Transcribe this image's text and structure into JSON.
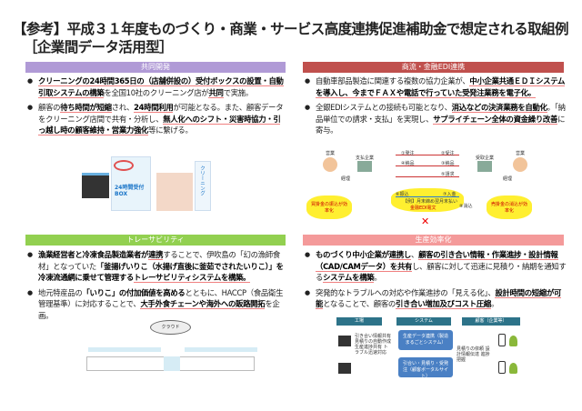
{
  "title": "【参考】平成３１年度ものづくり・商業・サービス高度連携促進補助金で想定される取組例",
  "subtitle": "［企業間データ活用型］",
  "colors": {
    "kyodo": "#b09ad6",
    "edi": "#c0504d",
    "trace": "#92d050",
    "seisan": "#f49a9a"
  },
  "panels": [
    {
      "header": "共同開発",
      "paras": [
        [
          {
            "t": "クリーニングの24時間365日の（店舗併設の）受付ボックスの設置・自動引取システムの構築",
            "b": 1,
            "u": 1
          },
          {
            "t": "を全国10社のクリーニング店が"
          },
          {
            "t": "共同",
            "b": 1,
            "u": 1
          },
          {
            "t": "で実施。"
          }
        ],
        [
          {
            "t": "顧客の"
          },
          {
            "t": "待ち時間が短縮",
            "b": 1,
            "u": 1
          },
          {
            "t": "され、"
          },
          {
            "t": "24時間利用",
            "b": 1,
            "u": 1
          },
          {
            "t": "が可能となる。また、顧客データをクリーニング店間で共有・分析し、"
          },
          {
            "t": "無人化へのシフト・災害時協力・引っ越し時の顧客維持・営業力強化",
            "b": 1,
            "u": 1
          },
          {
            "t": "等に繋げる。"
          }
        ]
      ],
      "figure": {
        "box_label": "24時間受付BOX",
        "sign": "クリーニング"
      }
    },
    {
      "header": "商流・金融EDI連携",
      "paras": [
        [
          {
            "t": "自動車部品製造に関連する複数の協力企業が、"
          },
          {
            "t": "中小企業共通ＥＤＩシステムを導入し、今までＦＡＸや電話で行っていた受発注業務を電子化。",
            "b": 1,
            "u": 1
          }
        ],
        [
          {
            "t": "全銀EDIシステムとの接続も可能となり、"
          },
          {
            "t": "消込などの決済業務を自動化",
            "b": 1,
            "u": 1
          },
          {
            "t": "。「納品単位での請求・支払」を実現し、"
          },
          {
            "t": "サプライチェーン全体の資金繰り改善",
            "b": 1,
            "u": 1
          },
          {
            "t": "に寄与。"
          }
        ]
      ],
      "figure": {
        "sales": "営業",
        "payer": "支払企業",
        "payee": "受取企業",
        "accounting": "経理",
        "order": "①発注",
        "receive": "②受注",
        "deliver_l": "④納品",
        "deliver_r": "③納品",
        "invoice": "⑤請求",
        "transfer": "⑥振込",
        "deposit": "⑦入金",
        "example": "【例】月末締め翌月末払い",
        "fin_edi": "金融EDI電文",
        "reconcile": "⑧消込",
        "burst_l": "買掛金の振込が効率化",
        "burst_r": "売掛金の消込が効率化"
      }
    },
    {
      "header": "トレーサビリティ",
      "paras": [
        [
          {
            "t": "漁業経営者と冷凍食品製造業者が",
            "b": 1
          },
          {
            "t": "連携",
            "b": 1,
            "u": 1
          },
          {
            "t": "することで、伊吹島の「幻の漁師食材」となっていた"
          },
          {
            "t": "「釜揚げいりこ（水揚げ直後に釜茹でされたいりこ）」を冷凍流通網に乗せて管理する",
            "b": 1
          },
          {
            "t": "トレーサビリティシステムを構築。",
            "b": 1,
            "u": 1
          }
        ],
        [
          {
            "t": "地元特産品の"
          },
          {
            "t": "「いりこ」の付加価値を高める",
            "b": 1
          },
          {
            "t": "とともに、HACCP（食品衛生管理基準）に対応することで、"
          },
          {
            "t": "大手外食チェーンや海外への販路開拓",
            "b": 1,
            "u": 1
          },
          {
            "t": "を企画。"
          }
        ]
      ],
      "figure": {
        "cloud": "クラウド"
      }
    },
    {
      "header": "生産効率化",
      "paras": [
        [
          {
            "t": "ものづくり中小企業が",
            "b": 1
          },
          {
            "t": "連携し",
            "b": 1,
            "u": 1
          },
          {
            "t": "、"
          },
          {
            "t": "顧客の引き合い情報・作業進捗・設計情報（CAD/CAMデータ）を共有",
            "b": 1,
            "u": 1
          },
          {
            "t": "し、顧客に対して迅速に見積り・納期を通知する"
          },
          {
            "t": "システムを構築",
            "b": 1,
            "u": 1
          },
          {
            "t": "。"
          }
        ],
        [
          {
            "t": "突発的なトラブルへの対応や作業進捗の「見える化」、"
          },
          {
            "t": "設計時間の短縮が可能",
            "b": 1,
            "u": 1
          },
          {
            "t": "となることで、顧客の"
          },
          {
            "t": "引き合い増加及びコスト圧縮",
            "b": 1,
            "u": 1
          },
          {
            "t": "。"
          }
        ]
      ],
      "figure": {
        "factory": "工場",
        "system": "システム",
        "customer": "顧客（企業等）",
        "box1": "生産データ連携（製造まるごとシステム）",
        "box2": "引合い・見積り・受発注（顧客ポータルサイト）",
        "left_notes": "引き合い情報共有 見積りの自動作成 生産進捗共有 トラブル迅速対応",
        "right_notes": "見積りの依頼 設計情報伝達 進捗把握"
      }
    }
  ]
}
